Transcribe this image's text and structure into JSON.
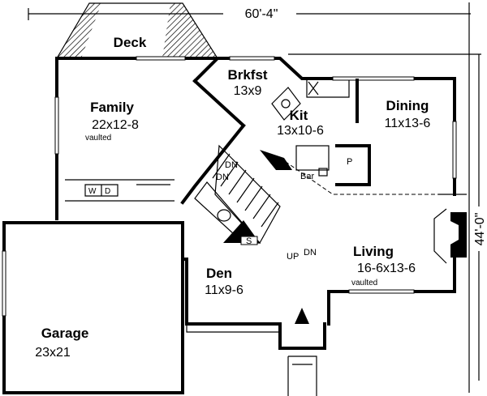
{
  "dimensions": {
    "width": "60'-4\"",
    "depth": "44'-0\""
  },
  "rooms": {
    "deck": {
      "name": "Deck"
    },
    "brkfst": {
      "name": "Brkfst",
      "size": "13x9"
    },
    "family": {
      "name": "Family",
      "size": "22x12-8",
      "note": "vaulted"
    },
    "kit": {
      "name": "Kit",
      "size": "13x10-6"
    },
    "dining": {
      "name": "Dining",
      "size": "11x13-6"
    },
    "living": {
      "name": "Living",
      "size": "16-6x13-6",
      "note": "vaulted"
    },
    "den": {
      "name": "Den",
      "size": "11x9-6"
    },
    "garage": {
      "name": "Garage",
      "size": "23x21"
    }
  },
  "labels": {
    "dn1": "DN",
    "dn2": "DN",
    "dn3": "DN",
    "up": "UP",
    "storage": "S",
    "bar": "Bar",
    "pantry": "P",
    "washer": "W",
    "dryer": "D"
  }
}
